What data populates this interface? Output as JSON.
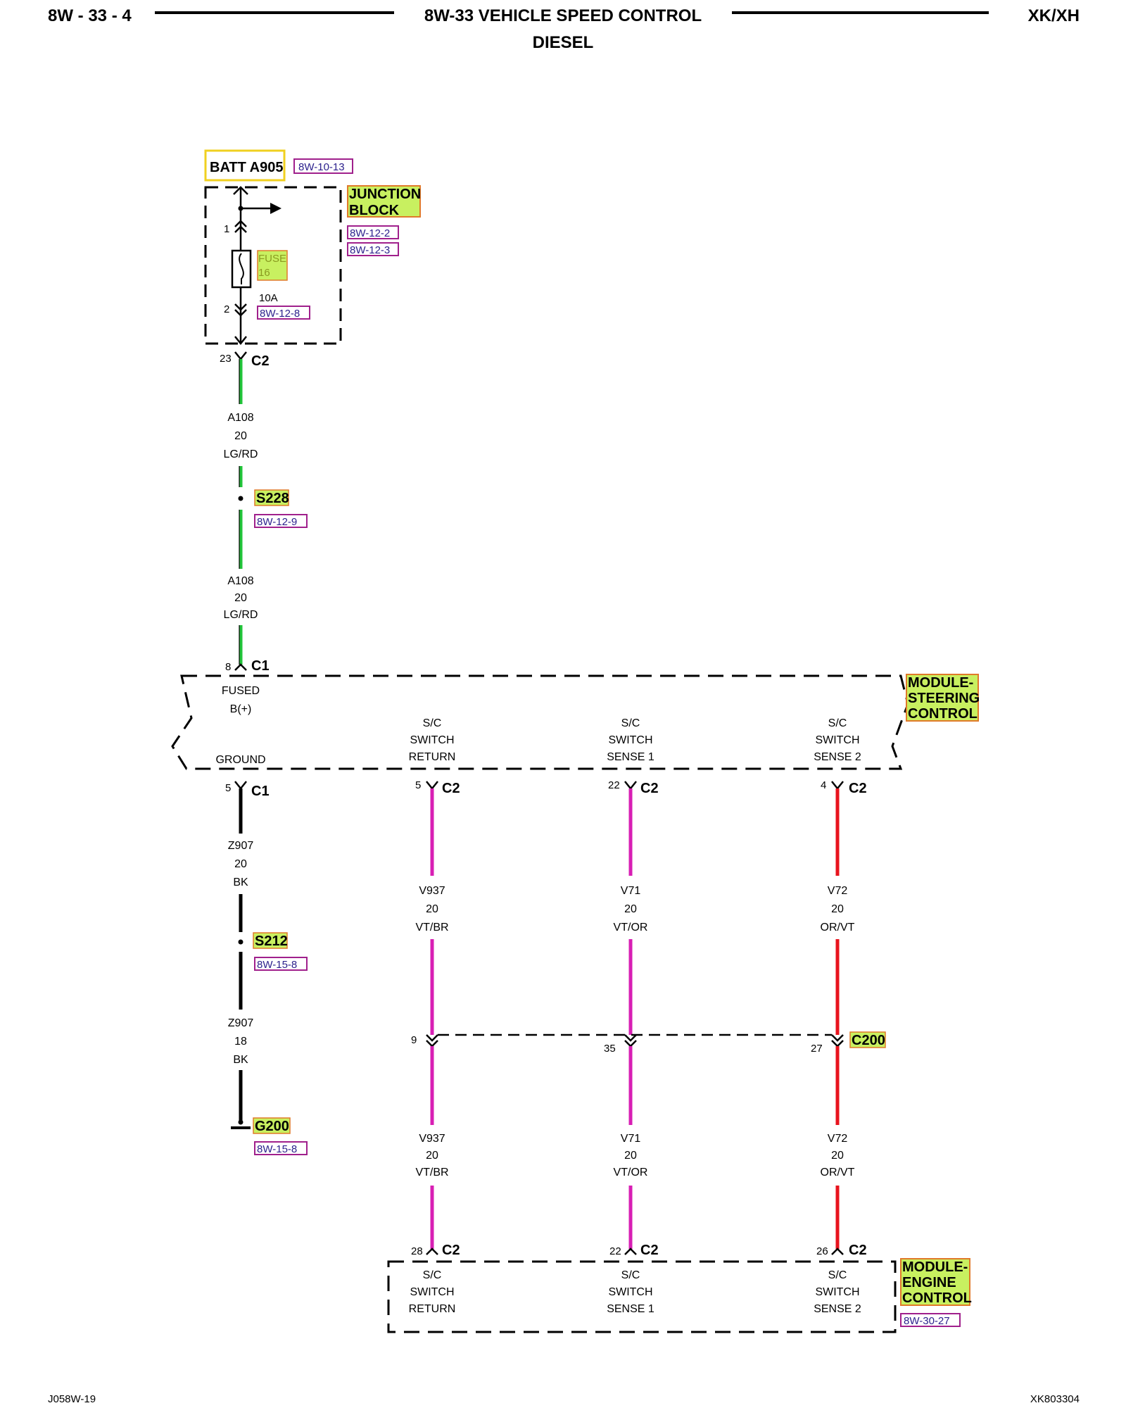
{
  "header": {
    "page_number": "8W - 33 - 4",
    "title": "8W-33 VEHICLE SPEED CONTROL",
    "subtitle": "DIESEL",
    "model": "XK/XH"
  },
  "footer": {
    "left": "J058W-19",
    "right": "XK803304"
  },
  "colors": {
    "wire_lgrd": "#22c43a",
    "wire_vt": "#d81fb4",
    "wire_orvt": "#e8141e",
    "wire_bk": "#000000",
    "highlight_fill": "#c8f060",
    "highlight_border": "#e07a2a",
    "ref_border": "#a0208c",
    "batt_box_border": "#f0d020"
  },
  "power": {
    "batt_label": "BATT A905",
    "batt_ref": "8W-10-13",
    "junction_block_line1": "JUNCTION",
    "junction_block_line2": "BLOCK",
    "jb_ref1": "8W-12-2",
    "jb_ref2": "8W-12-3",
    "fuse_label": "FUSE",
    "fuse_number": "16",
    "fuse_rating": "10A",
    "fuse_ref": "8W-12-8",
    "pin1": "1",
    "pin2": "2",
    "jb_out_pin": "23",
    "jb_out_conn": "C2"
  },
  "wire_a108_top": {
    "circuit": "A108",
    "gauge": "20",
    "color": "LG/RD"
  },
  "splice_s228": {
    "name": "S228",
    "ref": "8W-12-9"
  },
  "wire_a108_bottom": {
    "circuit": "A108",
    "gauge": "20",
    "color": "LG/RD"
  },
  "scm": {
    "name_line1": "MODULE-",
    "name_line2": "STEERING",
    "name_line3": "CONTROL",
    "fused_pin": "8",
    "fused_conn": "C1",
    "fused_label1": "FUSED",
    "fused_label2": "B(+)",
    "ground_label": "GROUND",
    "ground_pin": "5",
    "ground_conn": "C1",
    "terminals": [
      {
        "l1": "S/C",
        "l2": "SWITCH",
        "l3": "RETURN",
        "pin": "5",
        "conn": "C2"
      },
      {
        "l1": "S/C",
        "l2": "SWITCH",
        "l3": "SENSE 1",
        "pin": "22",
        "conn": "C2"
      },
      {
        "l1": "S/C",
        "l2": "SWITCH",
        "l3": "SENSE 2",
        "pin": "4",
        "conn": "C2"
      }
    ]
  },
  "wire_z907_top": {
    "circuit": "Z907",
    "gauge": "20",
    "color": "BK"
  },
  "splice_s212": {
    "name": "S212",
    "ref": "8W-15-8"
  },
  "wire_z907_bottom": {
    "circuit": "Z907",
    "gauge": "18",
    "color": "BK"
  },
  "ground_g200": {
    "name": "G200",
    "ref": "8W-15-8"
  },
  "upper_wires": [
    {
      "circuit": "V937",
      "gauge": "20",
      "color": "VT/BR"
    },
    {
      "circuit": "V71",
      "gauge": "20",
      "color": "VT/OR"
    },
    {
      "circuit": "V72",
      "gauge": "20",
      "color": "OR/VT"
    }
  ],
  "c200": {
    "name": "C200",
    "pins": [
      "9",
      "35",
      "27"
    ]
  },
  "lower_wires": [
    {
      "circuit": "V937",
      "gauge": "20",
      "color": "VT/BR"
    },
    {
      "circuit": "V71",
      "gauge": "20",
      "color": "VT/OR"
    },
    {
      "circuit": "V72",
      "gauge": "20",
      "color": "OR/VT"
    }
  ],
  "ecm": {
    "name_line1": "MODULE-",
    "name_line2": "ENGINE",
    "name_line3": "CONTROL",
    "ref": "8W-30-27",
    "terminals": [
      {
        "l1": "S/C",
        "l2": "SWITCH",
        "l3": "RETURN",
        "pin": "28",
        "conn": "C2"
      },
      {
        "l1": "S/C",
        "l2": "SWITCH",
        "l3": "SENSE 1",
        "pin": "22",
        "conn": "C2"
      },
      {
        "l1": "S/C",
        "l2": "SWITCH",
        "l3": "SENSE 2",
        "pin": "26",
        "conn": "C2"
      }
    ]
  }
}
